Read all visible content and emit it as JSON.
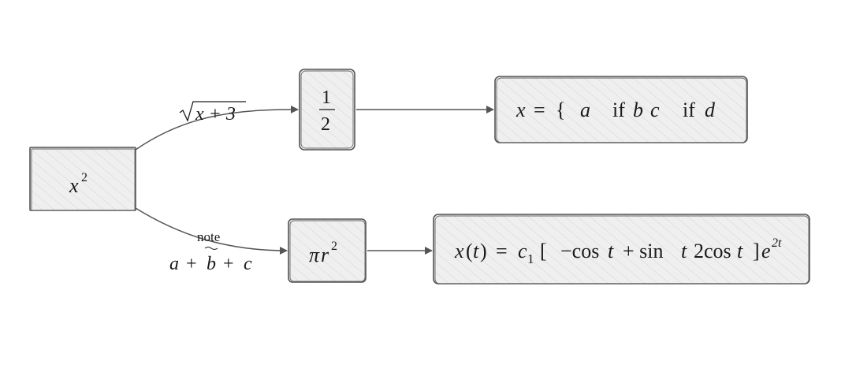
{
  "nodes": {
    "x_squared": {
      "base": "x",
      "exp": "2"
    },
    "half": {
      "numerator": "1",
      "denominator": "2"
    },
    "pi_r_squared": {
      "pi": "π",
      "r": "r",
      "exp": "2"
    },
    "cases": {
      "lhs": "x",
      "eq": "=",
      "brace": "{",
      "a": "a",
      "if1": "if",
      "b": "b",
      "c": "c",
      "if2": "if",
      "d": "d"
    },
    "solution": {
      "x": "x",
      "t_open": "(",
      "t": "t",
      "t_close": ")",
      "eq": "=",
      "c": "c",
      "c_sub": "1",
      "lbracket": "[",
      "minus_cos": "−cos",
      "t1": "t",
      "plus_sin": "+ sin",
      "t2": "t",
      "two_cos": "2cos",
      "t3": "t",
      "rbracket": "]",
      "e": "e",
      "e_exp": "2t"
    }
  },
  "edges": {
    "sqrt_label": {
      "radicand": "x + 3"
    },
    "note_label": {
      "note": "note",
      "a": "a",
      "plus1": "+",
      "b": "b",
      "plus2": "+",
      "c": "c"
    }
  },
  "style": {
    "stroke": "#555555",
    "fill": "#eeeeee",
    "hatch": "#d8d8d8"
  }
}
